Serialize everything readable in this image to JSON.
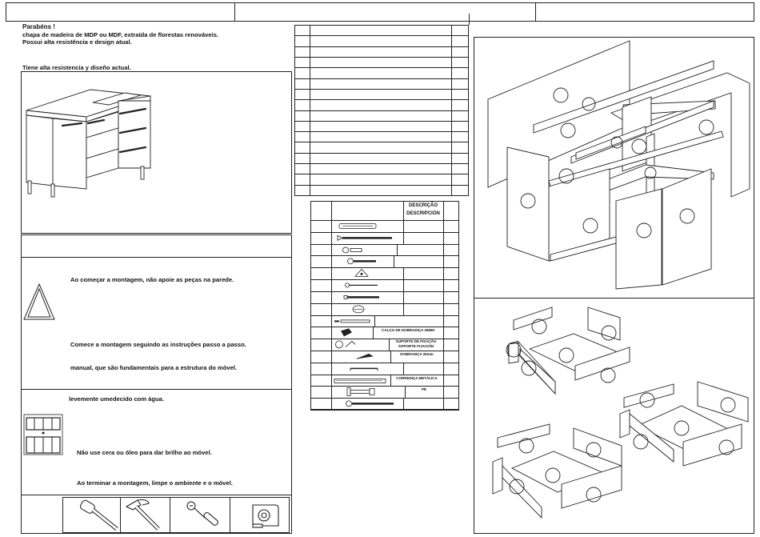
{
  "intro": {
    "heading": "Parabéns !",
    "line1": "chapa de madeira de MDP ou MDF, extraída de florestas renováveis.",
    "line2": "Possui alta resistência e design atual.",
    "line3": "Tiene alta resistencia y diseño actual."
  },
  "warnings": {
    "w1": "Ao começar a montagem, não apoie as peças na parede.",
    "w2": "Comece a montagem seguindo as instruções passo a passo.",
    "w3": "manual, que são fundamentais para a estrutura do móvel."
  },
  "care": {
    "c1": "levemente umedecido com água.",
    "c2": "Não use cera ou óleo para dar brilho ao móvel.",
    "c3": "Ao terminar a montagem, limpe o ambiente e o móvel."
  },
  "hardware": {
    "header_line1": "DESCRIÇÃO",
    "header_line2": "DESCRIPCIÓN",
    "rows": [
      {
        "icon": "dowel-icon",
        "desc": ""
      },
      {
        "icon": "long-screw-icon",
        "desc": ""
      },
      {
        "icon": "short-screw-icon",
        "desc": ""
      },
      {
        "icon": "cam-screw-icon",
        "desc": ""
      },
      {
        "icon": "bracket-icon",
        "desc": ""
      },
      {
        "icon": "nail-icon",
        "desc": ""
      },
      {
        "icon": "threaded-screw-icon",
        "desc": ""
      },
      {
        "icon": "cylinder-icon",
        "desc": ""
      },
      {
        "icon": "rod-icon",
        "desc": ""
      },
      {
        "icon": "hinge-shim-icon",
        "desc": "CALÇO DE DOBRADIÇA 26MM"
      },
      {
        "icon": "fixing-support-icon",
        "desc": "SUPORTE DE FIXAÇÃO",
        "desc2": "SOPORTE FIJACIÓN"
      },
      {
        "icon": "hinge-icon",
        "desc": "DOBRADIÇA 26mm"
      },
      {
        "icon": "handle-icon",
        "desc": ""
      },
      {
        "icon": "metal-slide-icon",
        "desc": "CORREDIÇA METÁLICA"
      },
      {
        "icon": "leg-icon",
        "desc": "PÉ"
      },
      {
        "icon": "cam-lock-icon",
        "desc": ""
      }
    ]
  },
  "tools": [
    "rubber-mallet-icon",
    "hammer-icon",
    "screwdriver-icon",
    "tape-measure-icon"
  ]
}
